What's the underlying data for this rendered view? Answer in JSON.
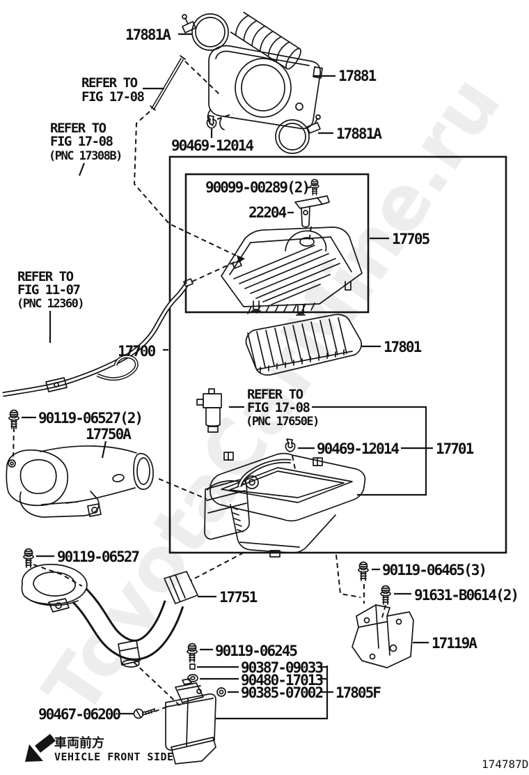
{
  "watermark": "ToyotaCarMine.ru",
  "figure_code": "174787D",
  "footer": {
    "vehicle_front_jp": "車両前方",
    "vehicle_front_en": "VEHICLE FRONT SIDE"
  },
  "refs": {
    "top": {
      "l1": "REFER TO",
      "l2": "FIG 17-08"
    },
    "pnc17308b": {
      "l1": "REFER TO",
      "l2": "FIG 17-08",
      "l3": "(PNC 17308B)"
    },
    "pnc12360": {
      "l1": "REFER TO",
      "l2": "FIG 11-07",
      "l3": "(PNC 12360)"
    },
    "pnc17650e": {
      "l1": "REFER TO",
      "l2": "FIG 17-08",
      "l3": "(PNC 17650E)"
    }
  },
  "labels": {
    "clamp_top": "17881A",
    "air_hose": "17881",
    "clamp_lower": "17881A",
    "hose_clamp_upper": "90469-12014",
    "cover_bolt": "90099-00289(2)",
    "maf_sensor": "22204",
    "cleaner_cover": "17705",
    "cleaner_assembly": "17700",
    "filter_element": "17801",
    "case_clamp": "90469-12014",
    "cleaner_case": "17701",
    "inlet_bolt_pair": "90119-06527(2)",
    "inlet_upper": "17750A",
    "inlet_bolt": "90119-06527",
    "inlet_lower": "17751",
    "bracket_bolt": "90119-06465(3)",
    "bracket_flange_bolt": "91631-B0614(2)",
    "bracket": "17119A",
    "resonator_bolt": "90119-06245",
    "resonator_pin": "90387-09033",
    "resonator_collar": "90480-17013",
    "resonator_grommet": "90385-07002",
    "resonator": "17805F",
    "resonator_screw": "90467-06200"
  }
}
